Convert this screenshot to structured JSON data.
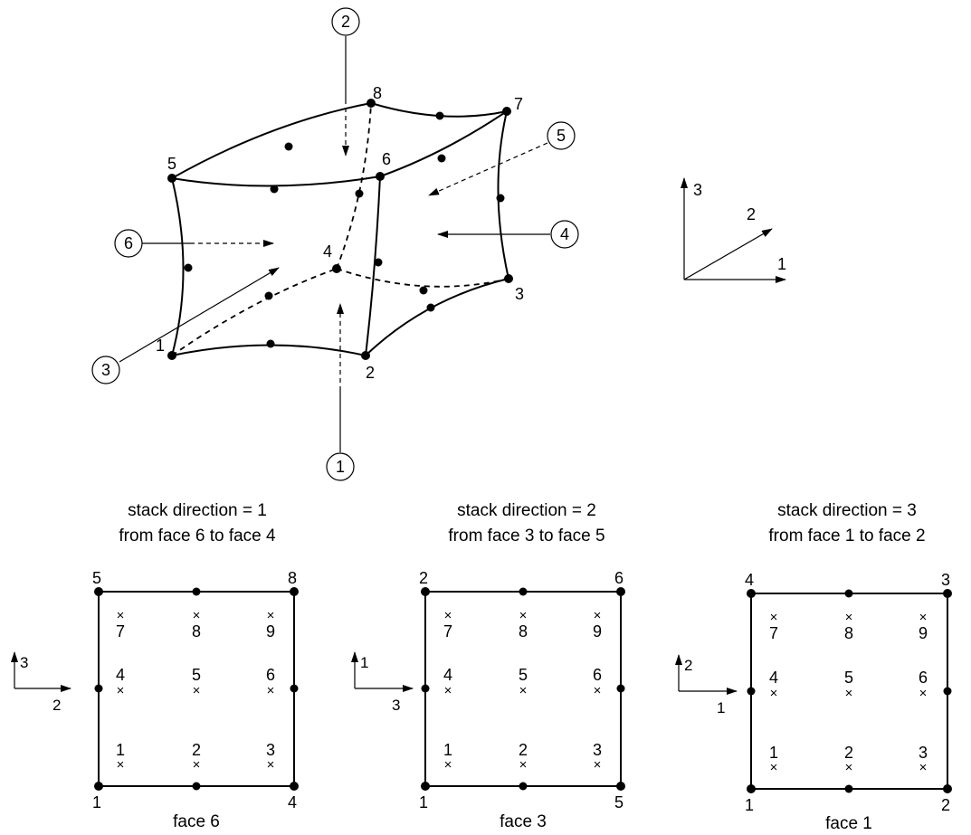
{
  "cube": {
    "corner_labels": [
      "1",
      "2",
      "3",
      "4",
      "5",
      "6",
      "7",
      "8"
    ],
    "face_markers": [
      "1",
      "2",
      "3",
      "4",
      "5",
      "6"
    ]
  },
  "triad": {
    "axis1": "1",
    "axis2": "2",
    "axis3": "3"
  },
  "panels": [
    {
      "caption_line1": "stack direction = 1",
      "caption_line2": "from face 6 to face 4",
      "corners": {
        "tl": "5",
        "tr": "8",
        "bl": "1",
        "br": "4"
      },
      "points": [
        "1",
        "2",
        "3",
        "4",
        "5",
        "6",
        "7",
        "8",
        "9"
      ],
      "axis_h": "2",
      "axis_v": "3",
      "face_label": "face 6"
    },
    {
      "caption_line1": "stack direction = 2",
      "caption_line2": "from face 3 to face 5",
      "corners": {
        "tl": "2",
        "tr": "6",
        "bl": "1",
        "br": "5"
      },
      "points": [
        "1",
        "2",
        "3",
        "4",
        "5",
        "6",
        "7",
        "8",
        "9"
      ],
      "axis_h": "3",
      "axis_v": "1",
      "face_label": "face 3"
    },
    {
      "caption_line1": "stack direction = 3",
      "caption_line2": "from face 1 to face 2",
      "corners": {
        "tl": "4",
        "tr": "3",
        "bl": "1",
        "br": "2"
      },
      "points": [
        "1",
        "2",
        "3",
        "4",
        "5",
        "6",
        "7",
        "8",
        "9"
      ],
      "axis_h": "1",
      "axis_v": "2",
      "face_label": "face 1"
    }
  ],
  "marks": {
    "integration_point": "×"
  }
}
